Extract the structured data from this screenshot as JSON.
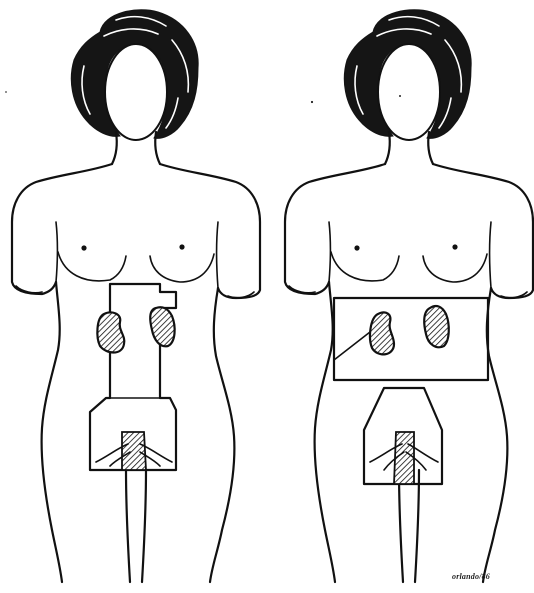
{
  "figure": {
    "panels": [
      {
        "name": "left-figure",
        "field_shape": "inverted-y-field-left-side"
      },
      {
        "name": "right-figure",
        "field_shape": "abdominal-band-and-pelvic-field"
      }
    ],
    "colors": {
      "ink": "#111111",
      "paper": "#ffffff"
    },
    "signature": {
      "text": "orlando/86"
    }
  }
}
